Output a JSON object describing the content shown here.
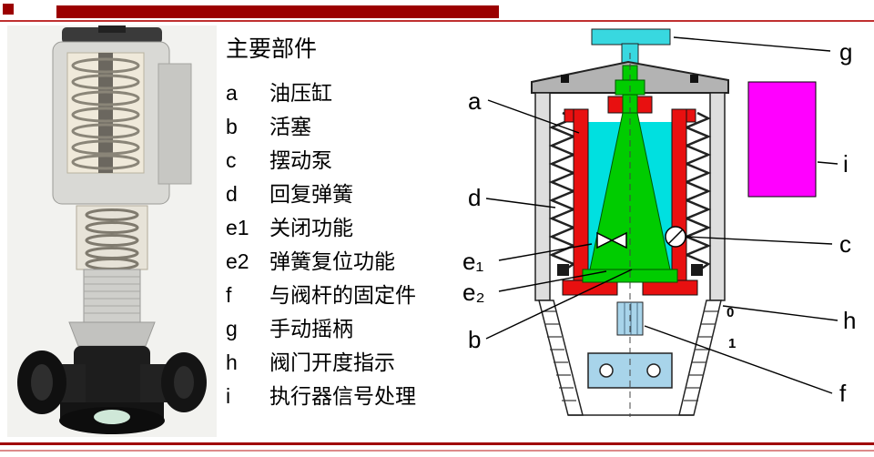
{
  "slide": {
    "accent_color": "#9b0000",
    "rule_color": "#c03030"
  },
  "legend": {
    "title": "主要部件",
    "items": [
      {
        "key": "a",
        "label": "油压缸"
      },
      {
        "key": "b",
        "label": "活塞"
      },
      {
        "key": "c",
        "label": "摆动泵"
      },
      {
        "key": "d",
        "label": "回复弹簧"
      },
      {
        "key": "e1",
        "label": "关闭功能"
      },
      {
        "key": "e2",
        "label": "弹簧复位功能"
      },
      {
        "key": "f",
        "label": "与阀杆的固定件"
      },
      {
        "key": "g",
        "label": "手动摇柄"
      },
      {
        "key": "h",
        "label": "阀门开度指示"
      },
      {
        "key": "i",
        "label": "执行器信号处理"
      }
    ]
  },
  "diagram": {
    "labels": {
      "a": "a",
      "d": "d",
      "e1": "e₁",
      "e2": "e₂",
      "b": "b",
      "g": "g",
      "i": "i",
      "c": "c",
      "h": "h",
      "f": "f"
    },
    "scale_marks": [
      "0",
      "1"
    ],
    "colors": {
      "fluid": "#00e0e0",
      "cylinder": "#e81010",
      "piston": "#00cc00",
      "signal_unit": "#ff00ff",
      "handle": "#38d8e0",
      "bracket": "#a8d4ea"
    }
  }
}
